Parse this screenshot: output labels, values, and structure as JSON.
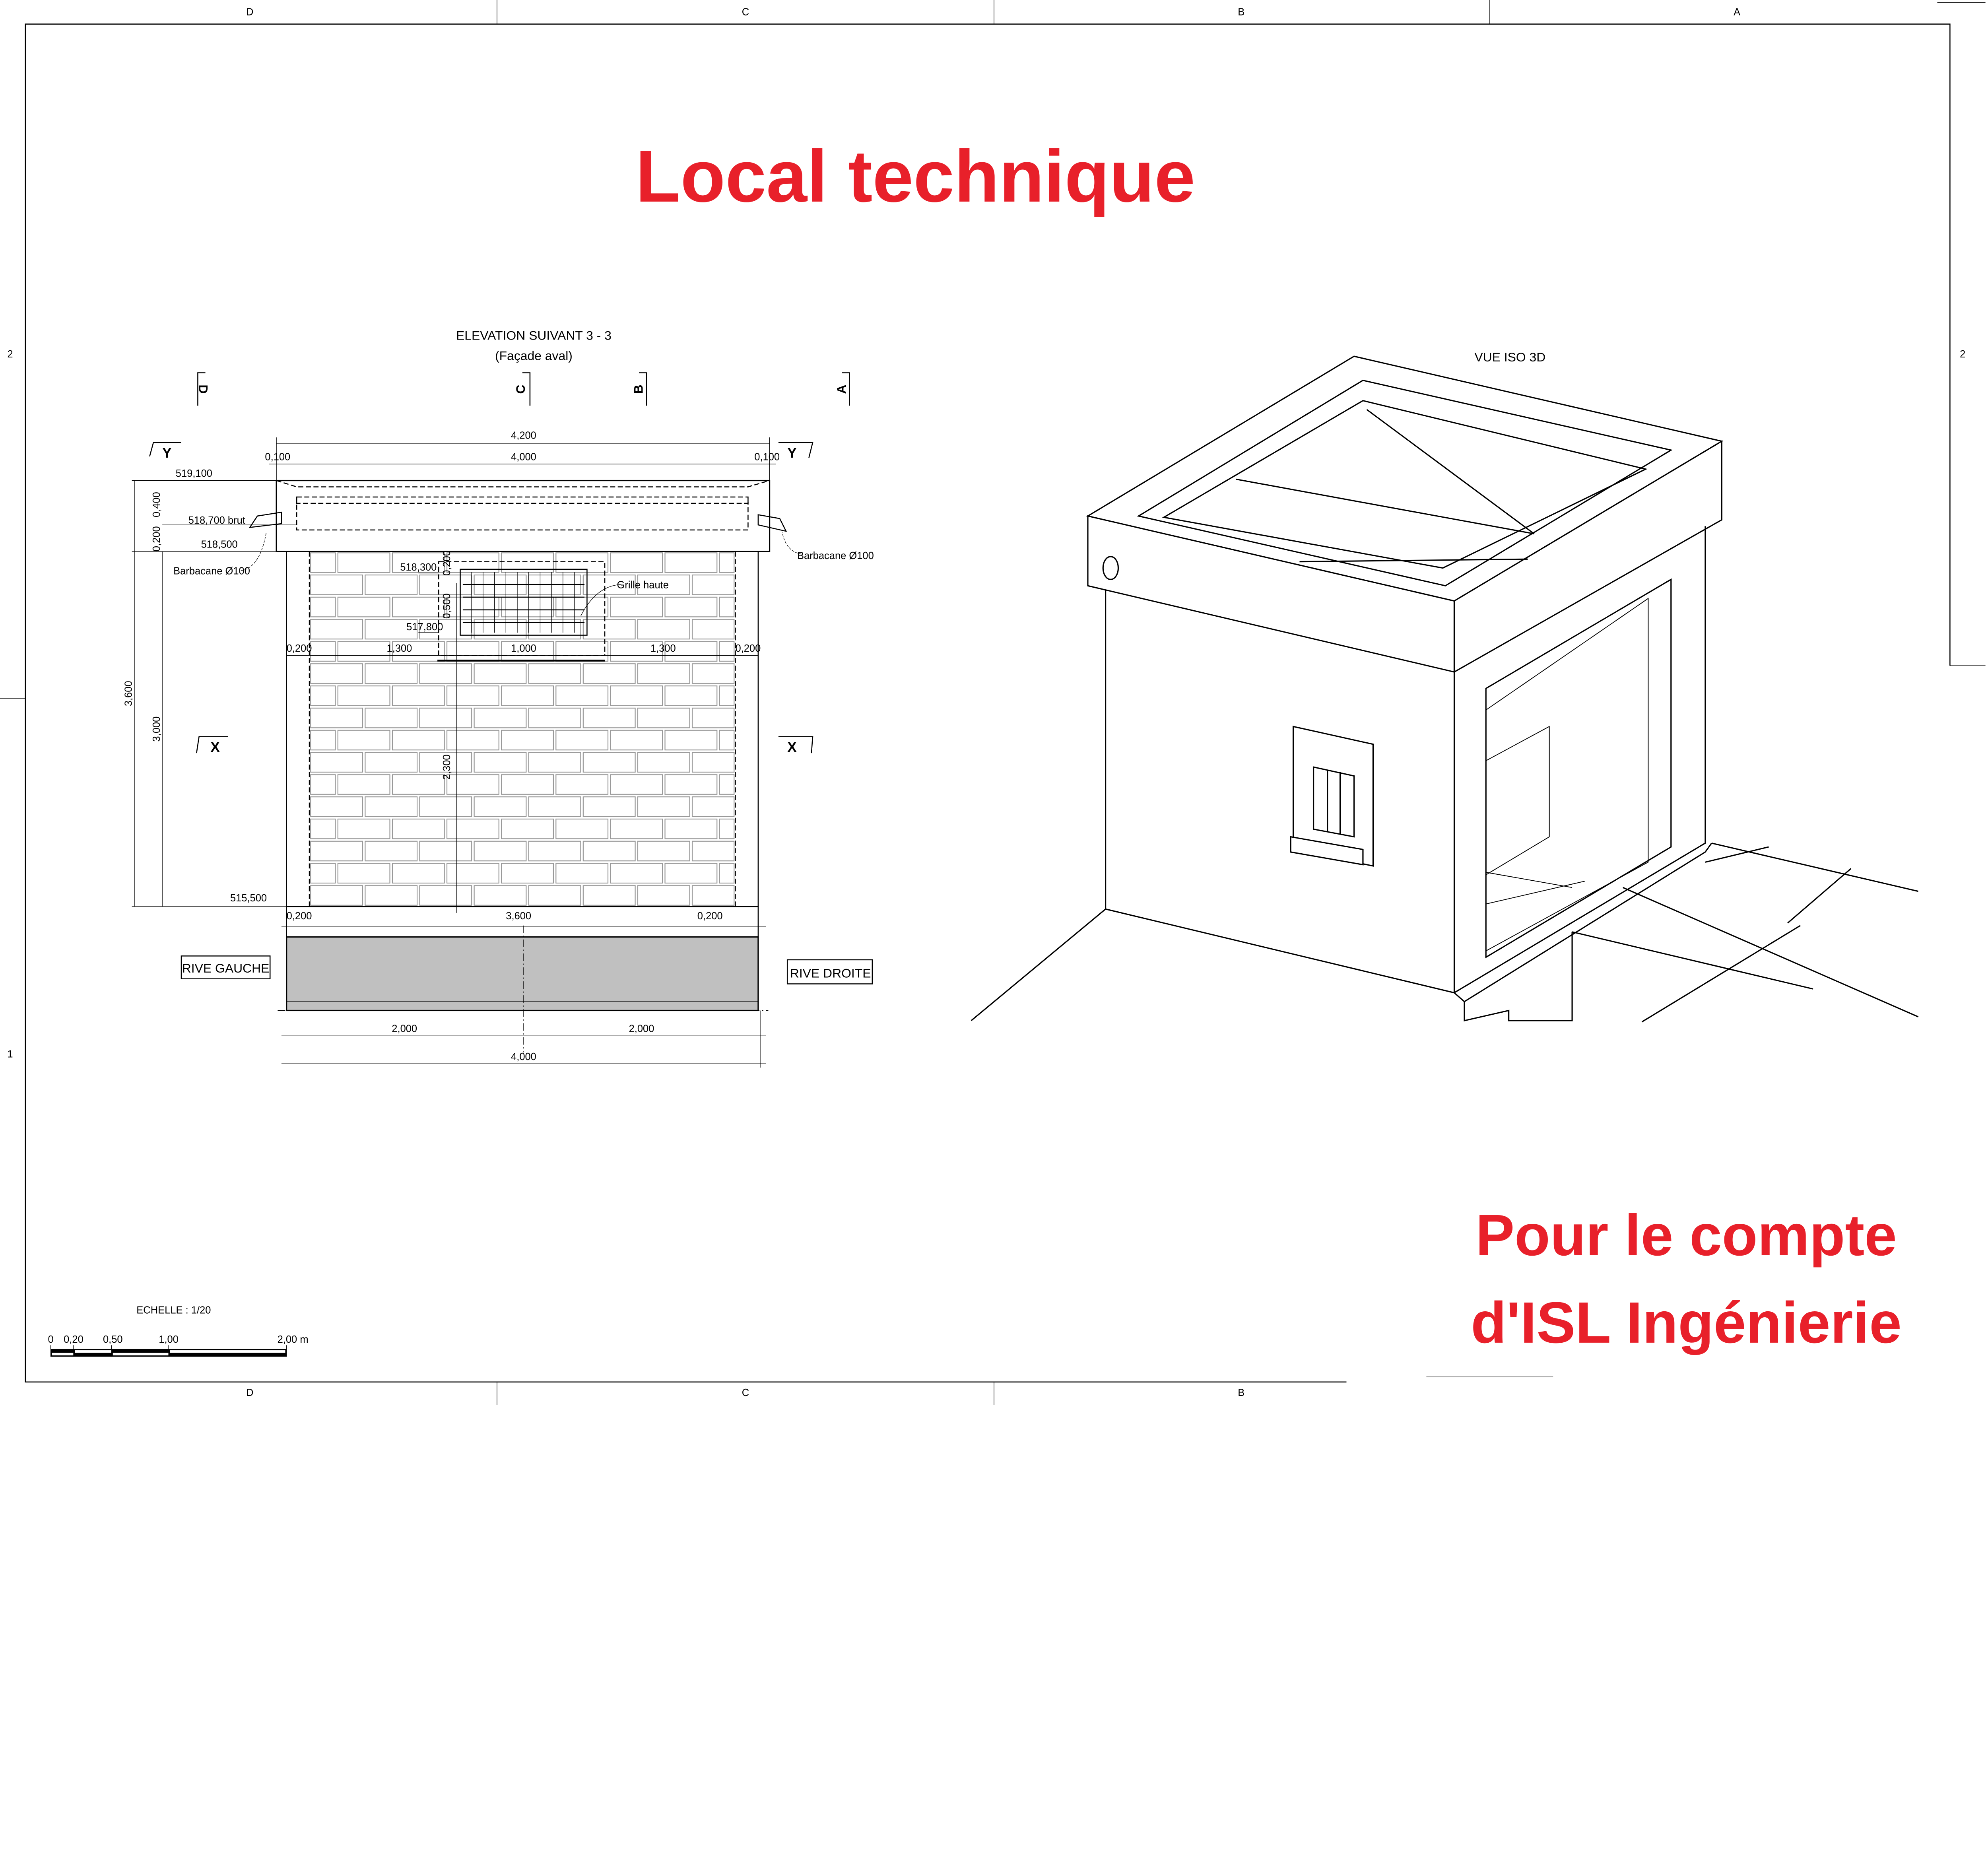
{
  "title": "Local technique",
  "footer_note": [
    "Pour le compte",
    "d'ISL Ingénierie"
  ],
  "colors": {
    "title_red": "#e8202a",
    "slab_grey": "#c0c0c0"
  },
  "frame": {
    "columns": [
      "D",
      "C",
      "B",
      "A"
    ],
    "bottom_columns": [
      "D",
      "C",
      "B"
    ],
    "rows": [
      "2",
      "1"
    ]
  },
  "elevation": {
    "title": "ELEVATION SUIVANT 3 - 3",
    "subtitle": "(Façade aval)",
    "section_marks": [
      "D",
      "C",
      "B",
      "A"
    ],
    "cut_marks": {
      "y": "Y",
      "x": "X"
    },
    "dims": {
      "overall_top": "4,200",
      "inner_top": "4,000",
      "edge_left": "0,100",
      "edge_right": "0,100",
      "h_roof": "0,400",
      "h_slab": "0,200",
      "h_total": "3,600",
      "h_wall": "3,000",
      "h_door": "2,300",
      "h_grille_top": "0,200",
      "h_grille": "0,500",
      "w_left": "0,200",
      "w_mid_left": "1,300",
      "w_grille": "1,000",
      "w_mid_right": "1,300",
      "w_right": "0,200",
      "base_left": "0,200",
      "base_mid": "3,600",
      "base_right": "0,200",
      "half_left": "2,000",
      "half_right": "2,000",
      "base_total": "4,000"
    },
    "levels": {
      "top": "519,100",
      "brut": "518,700 brut",
      "roof_under": "518,500",
      "grille_top": "518,300",
      "grille_bottom": "517,800",
      "ground": "515,500"
    },
    "notes": {
      "barbacane_left": "Barbacane Ø100",
      "barbacane_right": "Barbacane Ø100",
      "grille": "Grille haute"
    },
    "rive_gauche": "RIVE GAUCHE",
    "rive_droite": "RIVE DROITE"
  },
  "scale": {
    "label": "ECHELLE : 1/20",
    "ticks": [
      "0",
      "0,20",
      "0,50",
      "1,00",
      "2,00 m"
    ]
  },
  "iso": {
    "title": "VUE ISO 3D"
  }
}
